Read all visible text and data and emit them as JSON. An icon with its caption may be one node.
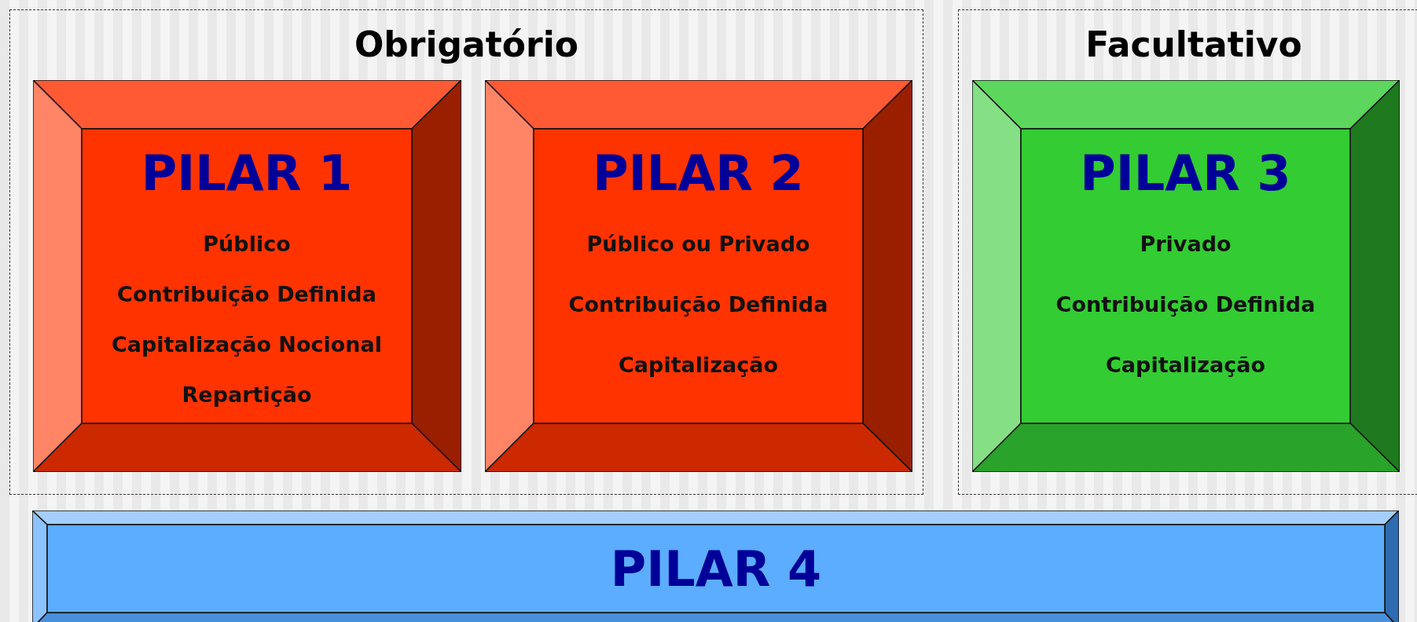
{
  "diagram": {
    "nodes": [
      {
        "text": [
          "Obrigatório"
        ]
      },
      {
        "text": [
          "PILAR 1",
          "Público",
          "Contribuição Definida",
          "Capitalização Nocional",
          "Repartição"
        ],
        "in": 0
      },
      {
        "text": [
          "PILAR 2",
          "Público ou Privado",
          "Contribuição Definida",
          "Capitalização"
        ],
        "in": 0
      },
      {
        "text": [
          "Facultativo"
        ]
      },
      {
        "text": [
          "PILAR 3",
          "Privado",
          "Contribuição Definida",
          "Capitalização"
        ],
        "in": 3
      },
      {
        "text": [
          "PILAR 4"
        ]
      }
    ]
  }
}
